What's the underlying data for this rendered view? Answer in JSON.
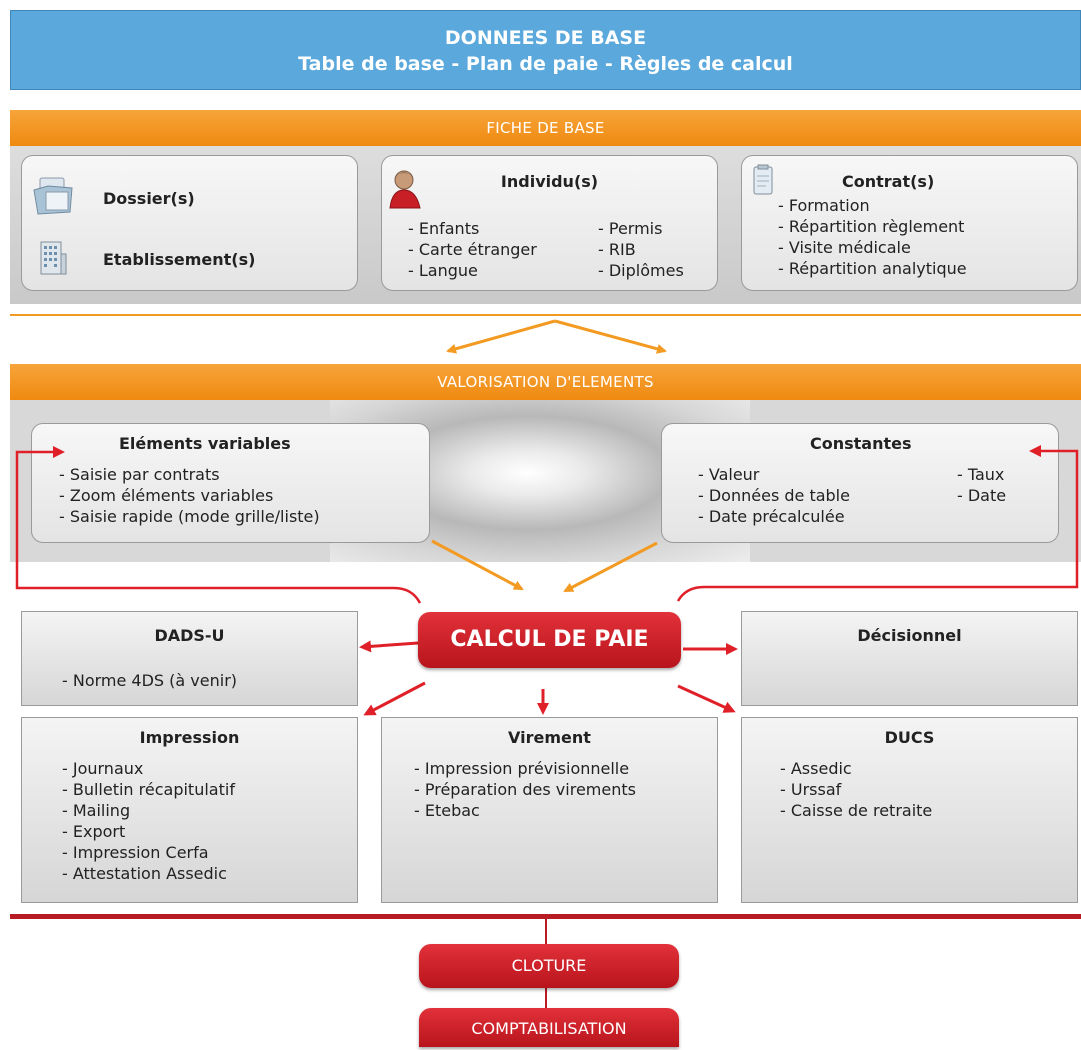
{
  "header": {
    "title": "DONNEES DE BASE",
    "subtitle": "Table de base - Plan de paie - Règles de calcul"
  },
  "fiche_de_base": {
    "label": "FICHE DE BASE",
    "dossier": "Dossier(s)",
    "etablissement": "Etablissement(s)",
    "individu": {
      "title": "Individu(s)",
      "col1": [
        "- Enfants",
        "- Carte étranger",
        "- Langue"
      ],
      "col2": [
        "- Permis",
        "- RIB",
        "- Diplômes"
      ]
    },
    "contrat": {
      "title": "Contrat(s)",
      "items": [
        "- Formation",
        "- Répartition règlement",
        "- Visite médicale",
        "- Répartition analytique"
      ]
    }
  },
  "valorisation": {
    "label": "VALORISATION D'ELEMENTS",
    "elements_variables": {
      "title": "Eléments variables",
      "items": [
        "- Saisie par contrats",
        "- Zoom éléments variables",
        "- Saisie rapide (mode grille/liste)"
      ]
    },
    "constantes": {
      "title": "Constantes",
      "col1": [
        "- Valeur",
        "- Données de table",
        "- Date précalculée"
      ],
      "col2": [
        "- Taux",
        "- Date"
      ]
    }
  },
  "calcul": {
    "label": "CALCUL DE PAIE",
    "dadsu": {
      "title": "DADS-U",
      "items": [
        "- Norme 4DS (à venir)"
      ]
    },
    "decisionnel": {
      "title": "Décisionnel"
    },
    "impression": {
      "title": "Impression",
      "items": [
        "- Journaux",
        "- Bulletin récapitulatif",
        "- Mailing",
        "- Export",
        "- Impression Cerfa",
        "- Attestation Assedic"
      ]
    },
    "virement": {
      "title": "Virement",
      "items": [
        "- Impression prévisionnelle",
        "- Préparation des virements",
        "- Etebac"
      ]
    },
    "ducs": {
      "title": "DUCS",
      "items": [
        "- Assedic",
        "- Urssaf",
        "- Caisse de retraite"
      ]
    }
  },
  "cloture": {
    "label": "CLOTURE"
  },
  "comptabilisation": {
    "label": "COMPTABILISATION"
  },
  "colors": {
    "blue": "#5aa8dc",
    "orange": "#f39a22",
    "red": "#cc1f27",
    "grey": "#d4d4d4"
  }
}
